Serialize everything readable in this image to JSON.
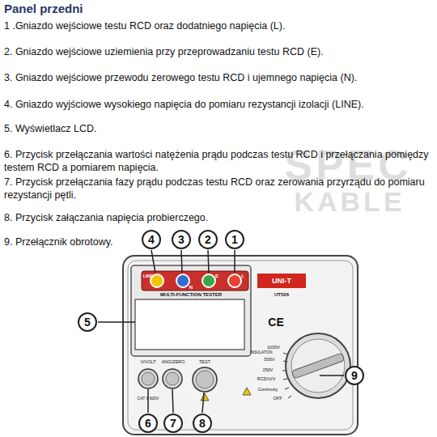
{
  "diagram": {
    "title": "Panel przedni",
    "nodes": [
      {
        "text": [
          "4"
        ]
      },
      {
        "text": [
          "3"
        ]
      },
      {
        "text": [
          "2"
        ]
      },
      {
        "text": [
          "1"
        ]
      },
      {
        "text": [
          "5"
        ]
      },
      {
        "text": [
          "9"
        ]
      },
      {
        "text": [
          "6"
        ]
      },
      {
        "text": [
          "7"
        ]
      },
      {
        "text": [
          "8"
        ]
      }
    ],
    "labels": [
      "1 .Gniazdo wejściowe testu RCD oraz dodatniego napięcia (L).",
      "2. Gniazdo wejściowe uziemienia przy przeprowadzaniu testu RCD (E).",
      "3. Gniazdo wejściowe przewodu zerowego testu RCD i ujemnego napięcia (N).",
      "4. Gniazdo wyjściowe wysokiego napięcia do pomiaru rezystancji izolacji (LINE).",
      "5. Wyświetlacz LCD.",
      "6. Przycisk przełączania wartości natężenia prądu podczas testu RCD  i przełączania pomiędzy testem RCD a pomiarem napięcia.",
      "7.  Przycisk przełączania fazy prądu podczas testu RCD oraz zerowania przyrządu do pomiaru rezystancji pętli.",
      "8. Przycisk załączania napięcia probierczego.",
      "9. Przełącznik obrotowy.",
      "LINE",
      "N",
      "E",
      "L",
      "MULTI-FUNCTION TESTER",
      "UNI-T",
      "UT526",
      "CE",
      "INSULATION",
      "1000V",
      "500V",
      "250V",
      "RCD/U/V",
      "Continuity",
      "OFF",
      "V/VOLT",
      "ANG/ZERO",
      "TEST",
      "CAT II 600V",
      "SPEC",
      "KABLE"
    ]
  }
}
